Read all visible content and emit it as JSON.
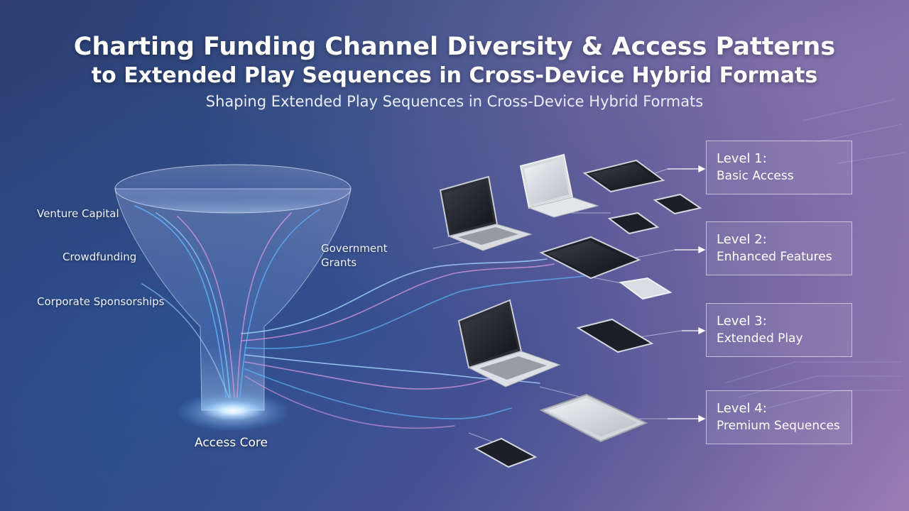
{
  "title_line1": "Charting Funding Channel Diversity & Access Patterns",
  "title_line2": "to Extended Play Sequences in Cross-Device Hybrid Formats",
  "subtitle": "Shaping Extended Play Sequences in Cross-Device Hybrid Formats",
  "sources": [
    {
      "label": "Venture Capital"
    },
    {
      "label": "Crowdfunding"
    },
    {
      "label": "Corporate Sponsorships"
    },
    {
      "label": "Government Grants"
    }
  ],
  "core_label": "Access Core",
  "levels": [
    {
      "title": "Level 1:",
      "desc": "Basic Access"
    },
    {
      "title": "Level 2:",
      "desc": "Enhanced Features"
    },
    {
      "title": "Level 3:",
      "desc": "Extended Play"
    },
    {
      "title": "Level 4:",
      "desc": "Premium Sequences"
    }
  ],
  "colors": {
    "accent_blue": "#5fb8ff",
    "accent_pink": "#e39ce0",
    "device_dark": "#1c1f27"
  }
}
